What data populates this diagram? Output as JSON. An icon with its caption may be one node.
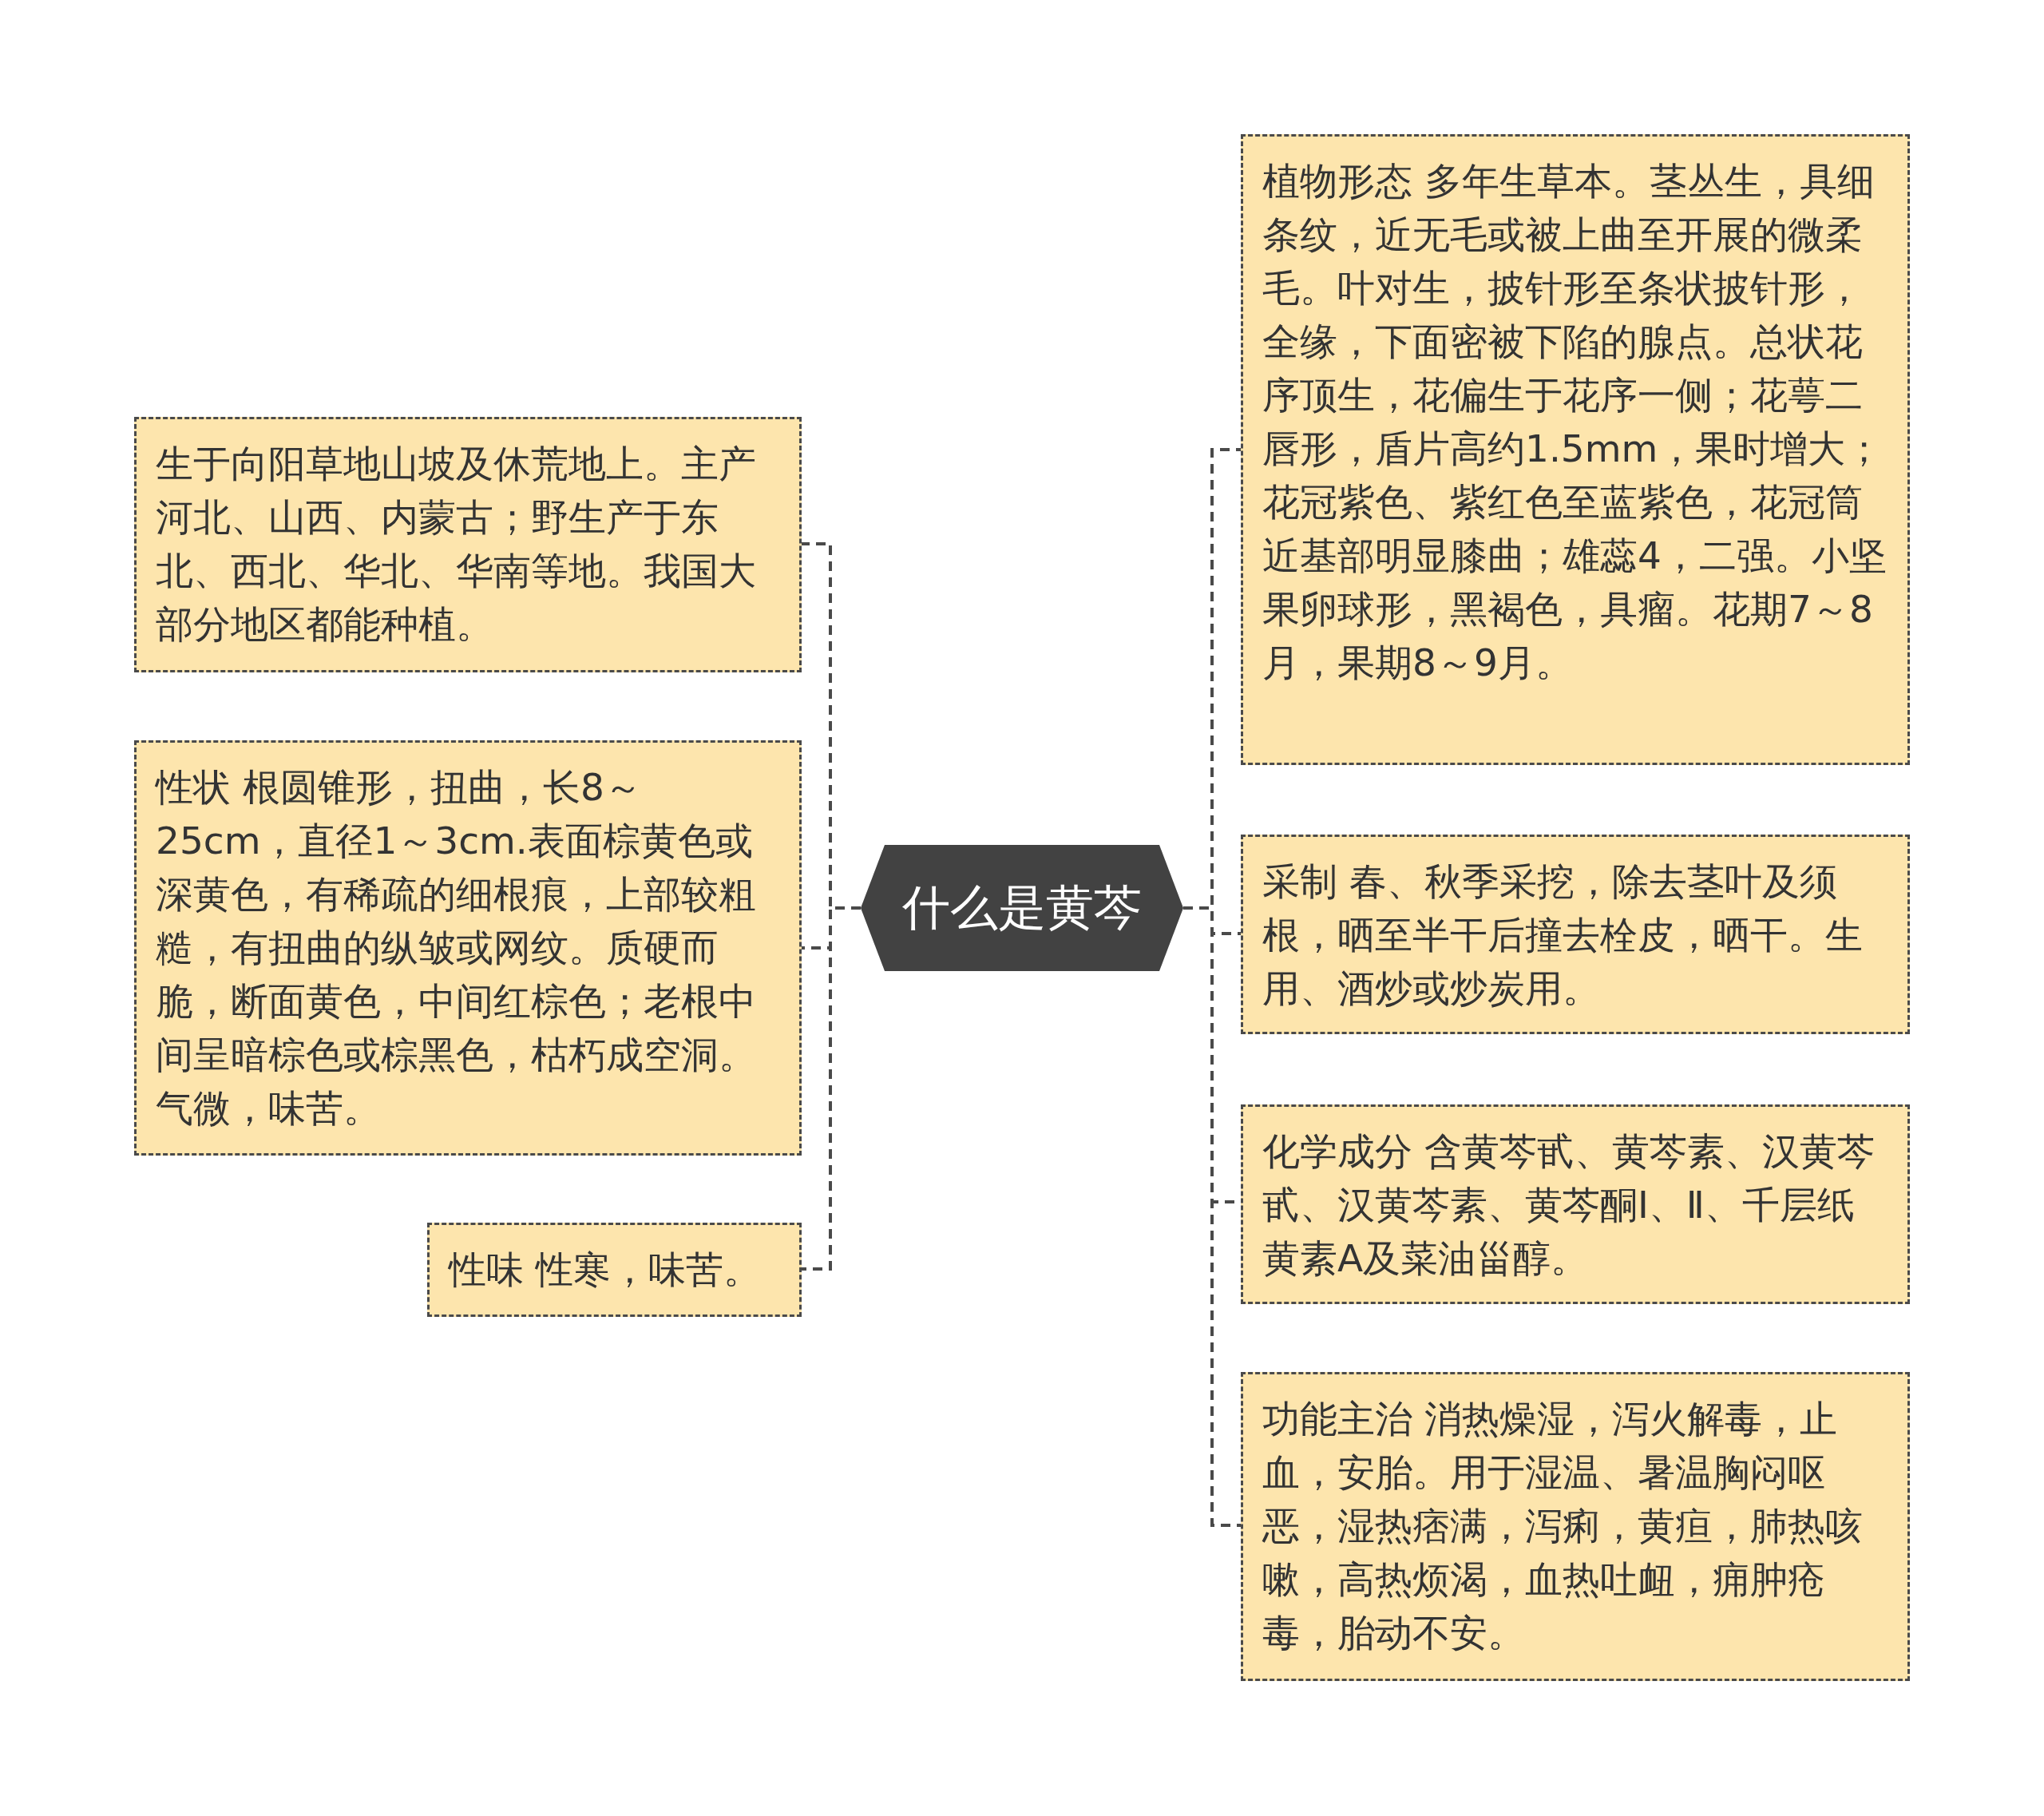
{
  "diagram": {
    "nodes": [
      {
        "text": [
          "什么是黄芩"
        ]
      },
      {
        "text": [
          "生于向阳草地山坡及休荒地上。主产河北、山西、内蒙古；野生产于东北、西北、华北、华南等地。我国大部分地区都能种植。"
        ]
      },
      {
        "text": [
          "性状 根圆锥形，扭曲，长8～25cm，直径1～3cm.表面棕黄色或深黄色，有稀疏的细根痕，上部较粗糙，有扭曲的纵皱或网纹。质硬而脆，断面黄色，中间红棕色；老根中间呈暗棕色或棕黑色，枯朽成空洞。气微，味苦。"
        ]
      },
      {
        "text": [
          "性味 性寒，味苦。"
        ]
      },
      {
        "text": [
          "植物形态 多年生草本。茎丛生，具细条纹，近无毛或被上曲至开展的微柔毛。叶对生，披针形至条状披针形，全缘，下面密被下陷的腺点。总状花序顶生，花偏生于花序一侧；花萼二唇形，盾片高约1.5mm，果时增大；花冠紫色、紫红色至蓝紫色，花冠筒近基部明显膝曲；雄蕊4，二强。小坚果卵球形，黑褐色，具瘤。花期7～8月，果期8～9月。"
        ]
      },
      {
        "text": [
          "采制 春、秋季采挖，除去茎叶及须根，晒至半干后撞去栓皮，晒干。生用、酒炒或炒炭用。"
        ]
      },
      {
        "text": [
          "化学成分 含黄芩甙、黄芩素、汉黄芩甙、汉黄芩素、黄芩酮Ⅰ、Ⅱ、千层纸黄素A及菜油甾醇。"
        ]
      },
      {
        "text": [
          "功能主治 消热燥湿，泻火解毒，止血，安胎。用于湿温、暑温胸闷呕恶，湿热痞满，泻痢，黄疸，肺热咳嗽，高热烦渴，血热吐衄，痈肿疮毒，胎动不安。"
        ]
      }
    ],
    "edges": [
      {
        "from": 0,
        "to": 1,
        "arrow": "none"
      },
      {
        "from": 0,
        "to": 2,
        "arrow": "none"
      },
      {
        "from": 0,
        "to": 3,
        "arrow": "none"
      },
      {
        "from": 0,
        "to": 4,
        "arrow": "none"
      },
      {
        "from": 0,
        "to": 5,
        "arrow": "none"
      },
      {
        "from": 0,
        "to": 6,
        "arrow": "none"
      },
      {
        "from": 0,
        "to": 7,
        "arrow": "none"
      }
    ]
  }
}
